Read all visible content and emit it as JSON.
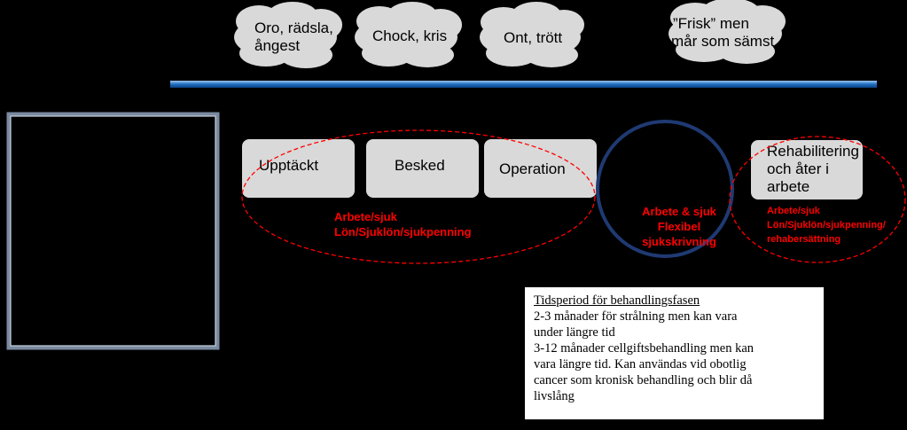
{
  "feelings": [
    {
      "line1": "Oro, rädsla,",
      "line2": "ångest"
    },
    {
      "line1": "Chock, kris",
      "line2": ""
    },
    {
      "line1": "Ont, trött",
      "line2": ""
    },
    {
      "line1": "”Frisk” men",
      "line2": "mår som sämst"
    }
  ],
  "stages": {
    "discovery": "Upptäckt",
    "diagnosis": "Besked",
    "operation": "Operation",
    "rehab_line1": "Rehabilitering",
    "rehab_line2": "och åter i",
    "rehab_line3": "arbete"
  },
  "labels": {
    "work_sick_line1": "Arbete/sjuk",
    "work_sick_line2": "Lön/Sjuklön/sjukpenning",
    "flex_line1": "Arbete & sjuk",
    "flex_line2": "Flexibel",
    "flex_line3": "sjukskrivning",
    "rehab_pay_line1": "Arbete/sjuk",
    "rehab_pay_line2": "Lön/Sjuklön/sjukpenning/",
    "rehab_pay_line3": "rehabersättning"
  },
  "notes": {
    "title": "Tidsperiod för behandlingsfasen",
    "line1": "2-3 månader för strålning men kan vara",
    "line2": "under längre tid",
    "line3": "3-12 månader cellgiftsbehandling men kan",
    "line4": "vara längre tid. Kan användas vid obotlig",
    "line5": "cancer som kronisk behandling och blir då",
    "line6": "livslång"
  },
  "colors": {
    "background": "#000000",
    "box": "#d9d9d9",
    "red": "#ff0000",
    "timeline": "#1f6fc4",
    "circle": "#1f3a73"
  }
}
